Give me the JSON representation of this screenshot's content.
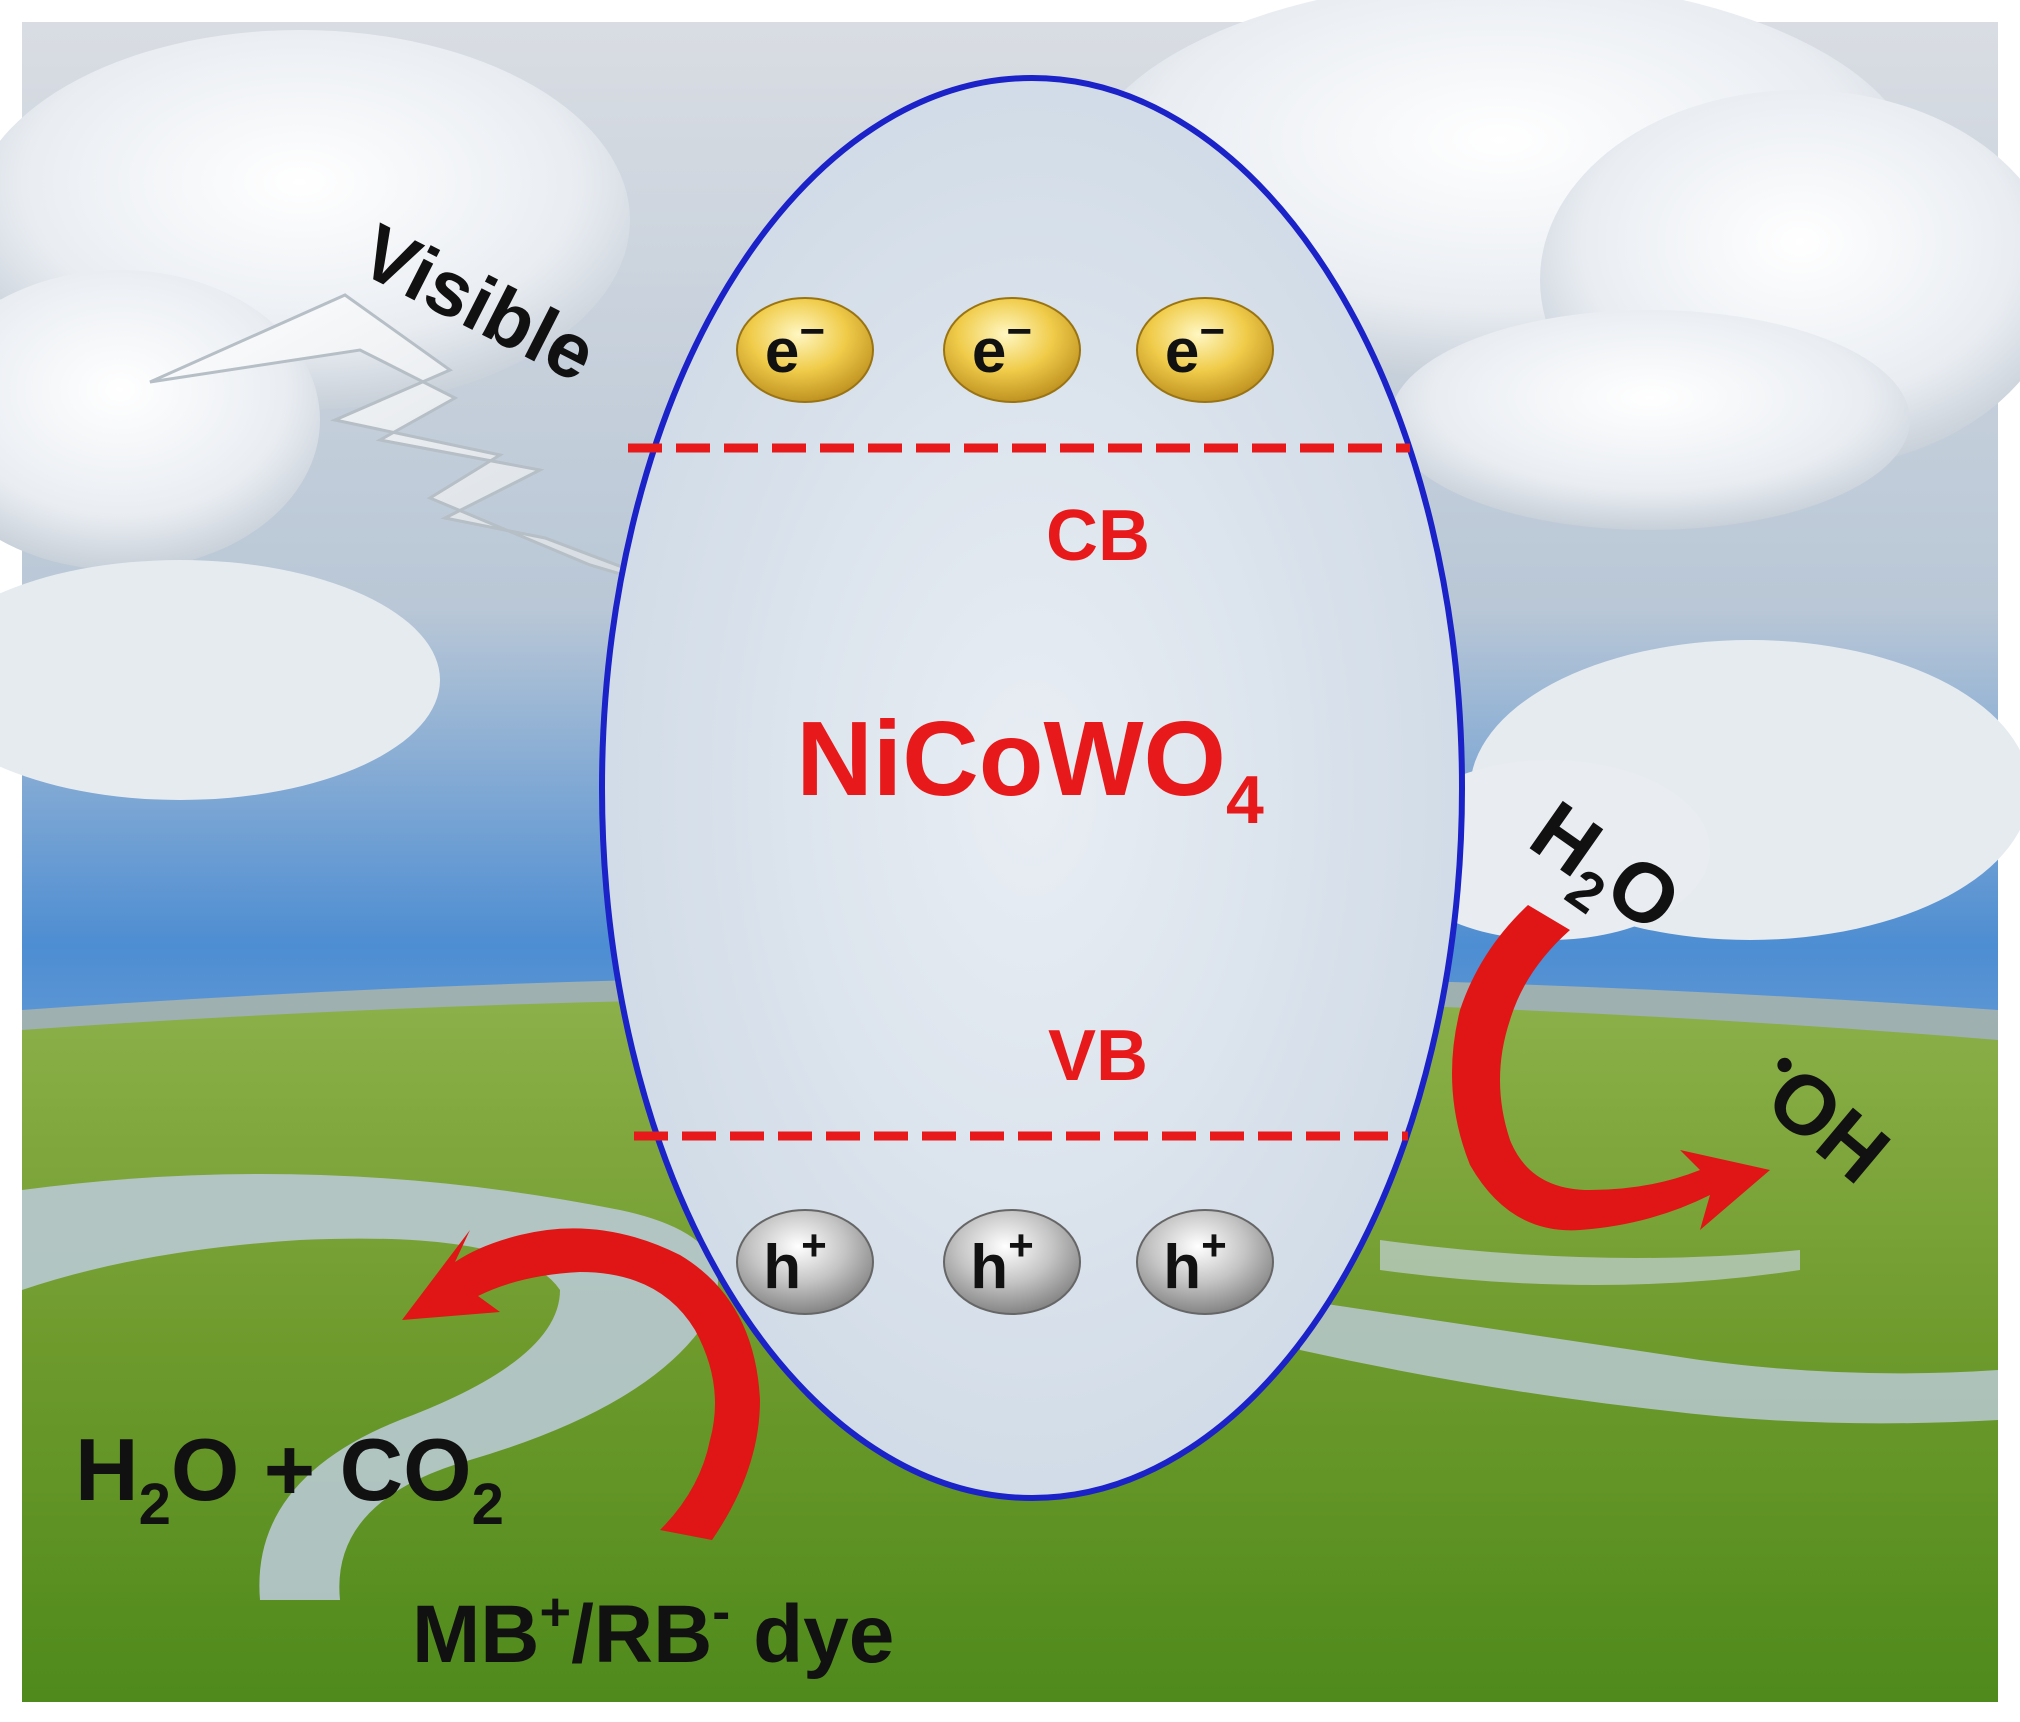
{
  "semiconductor": {
    "formula": "NiCoWO",
    "subscript": "4"
  },
  "bands": {
    "conduction": "CB",
    "valence": "VB"
  },
  "light": {
    "label": "Visible"
  },
  "electrons": [
    {
      "symbol": "e",
      "charge": "−"
    },
    {
      "symbol": "e",
      "charge": "−"
    },
    {
      "symbol": "e",
      "charge": "−"
    }
  ],
  "holes": [
    {
      "symbol": "h",
      "charge": "+"
    },
    {
      "symbol": "h",
      "charge": "+"
    },
    {
      "symbol": "h",
      "charge": "+"
    }
  ],
  "right_reaction": {
    "reactant": {
      "a": "H",
      "sub": "2",
      "b": "O"
    },
    "product": {
      "radical": "•",
      "text": "OH"
    }
  },
  "left_reaction": {
    "product": {
      "a": "H",
      "sub1": "2",
      "b": "O + CO",
      "sub2": "2"
    },
    "reactant": {
      "a": "MB",
      "sup1": "+",
      "b": "/RB",
      "sup2": "-",
      "c": " dye"
    }
  },
  "colors": {
    "band_red": "#e8191b",
    "outline_blue": "#1a22c8",
    "ellipse_fill": "#dde6ef",
    "electron_gold": "#e9be33",
    "hole_gray": "#a9a9a9",
    "arrow_red": "#e01515"
  }
}
